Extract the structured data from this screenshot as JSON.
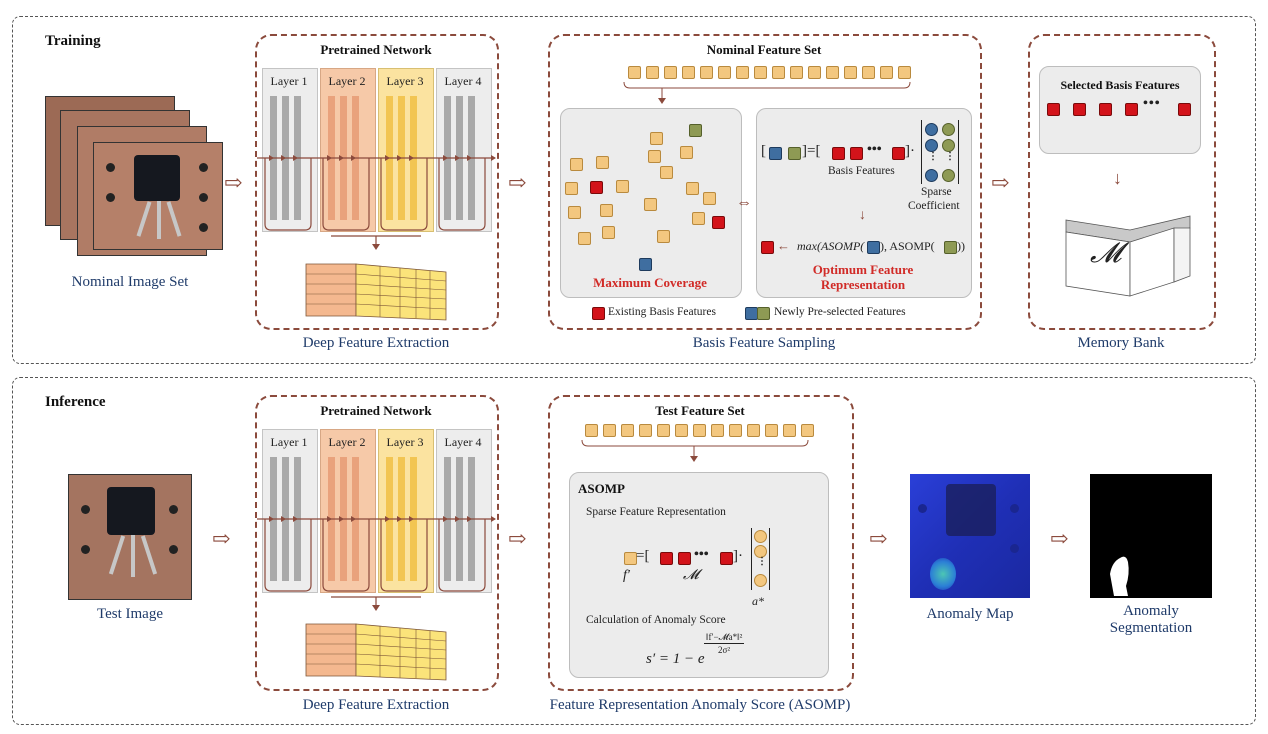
{
  "training": {
    "section_title": "Training",
    "image_set_label": "Nominal Image Set",
    "network": {
      "title": "Pretrained Network",
      "layers": [
        "Layer 1",
        "Layer 2",
        "Layer 3",
        "Layer 4"
      ],
      "caption": "Deep Feature Extraction"
    },
    "sampling": {
      "title": "Nominal Feature Set",
      "max_coverage": "Maximum Coverage",
      "optimum_line1": "Optimum Feature",
      "optimum_line2": "Representation",
      "basis_features": "Basis Features",
      "sparse_line1": "Sparse",
      "sparse_line2": "Coefficient",
      "max_expr": "max(ASOMP(",
      "max_mid": "), ASOMP(",
      "max_end": "))",
      "legend_existing": "Existing Basis Features",
      "legend_new": "Newly Pre-selected Features",
      "caption": "Basis Feature Sampling"
    },
    "memory": {
      "title": "Selected Basis Features",
      "symbol": "𝓜",
      "caption": "Memory Bank"
    }
  },
  "inference": {
    "section_title": "Inference",
    "image_label": "Test Image",
    "network": {
      "title": "Pretrained Network",
      "layers": [
        "Layer 1",
        "Layer 2",
        "Layer 3",
        "Layer 4"
      ],
      "caption": "Deep Feature Extraction"
    },
    "asomp": {
      "title": "Test Feature Set",
      "box_title": "ASOMP",
      "sparse_rep": "Sparse Feature Representation",
      "f_prime": "f′",
      "m_symbol": "𝓜",
      "a_star": "a*",
      "calc": "Calculation of Anomaly Score",
      "score_lhs": "s′ = 1 − e",
      "score_num": "‖f′−𝓜a*‖²",
      "score_den": "2σ²",
      "caption": "Feature Representation Anomaly Score (ASOMP)"
    },
    "anomaly_map_label": "Anomaly Map",
    "segmentation_line1": "Anomaly",
    "segmentation_line2": "Segmentation"
  },
  "colors": {
    "dashed_border": "#8b4a3c",
    "caption_text": "#1f3b6a",
    "red_feature": "#d3131a",
    "blue_feature": "#3f6ea0",
    "green_feature": "#8e9a54",
    "yellow_feature": "#f3c77f",
    "layer2_fill": "#f6c9a8",
    "layer3_fill": "#fbe3a0"
  }
}
